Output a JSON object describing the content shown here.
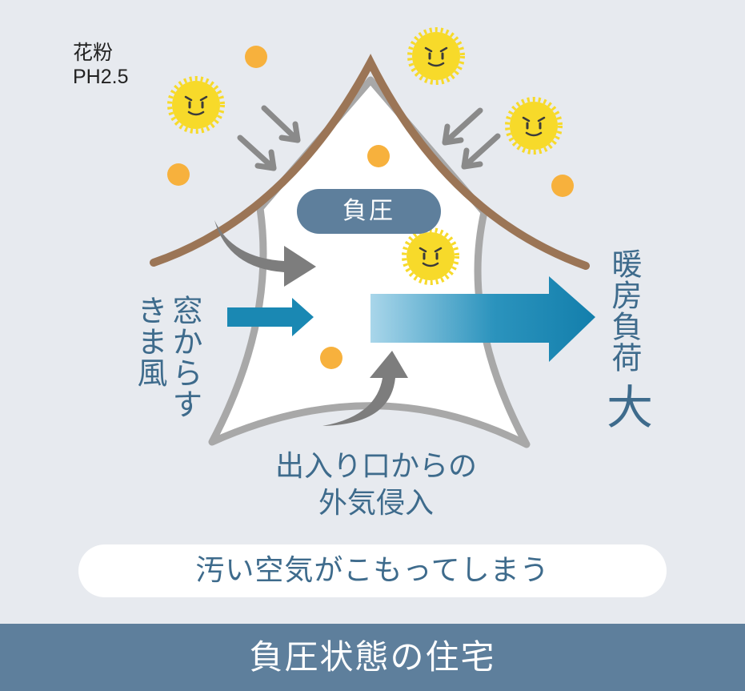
{
  "legend": {
    "line1": "花粉",
    "line2": "PH2.5"
  },
  "house": {
    "pressure_label": "負圧"
  },
  "labels": {
    "window_draft": "窓からすきま風",
    "heating_load": "暖房負荷",
    "heating_load_emphasis": "大",
    "entrance_line1": "出入り口からの",
    "entrance_line2": "外気侵入",
    "summary": "汚い空気がこもってしまう"
  },
  "footer": {
    "title": "負圧状態の住宅"
  },
  "colors": {
    "background": "#e7eaef",
    "roof": "#9b7556",
    "wall_outline": "#a8a8a8",
    "label_blue": "#3e6b8c",
    "badge_fill": "#5e7f9c",
    "arrow_blue": "#1a88b3",
    "gray_arrow": "#808080",
    "pollen_face": "#f7da2a",
    "pollen_dot": "#f7b13d"
  },
  "icons": [
    "angry-sun-pollen-icon",
    "pollen-dot-icon",
    "gray-arrow-icon",
    "blue-arrow-icon"
  ]
}
